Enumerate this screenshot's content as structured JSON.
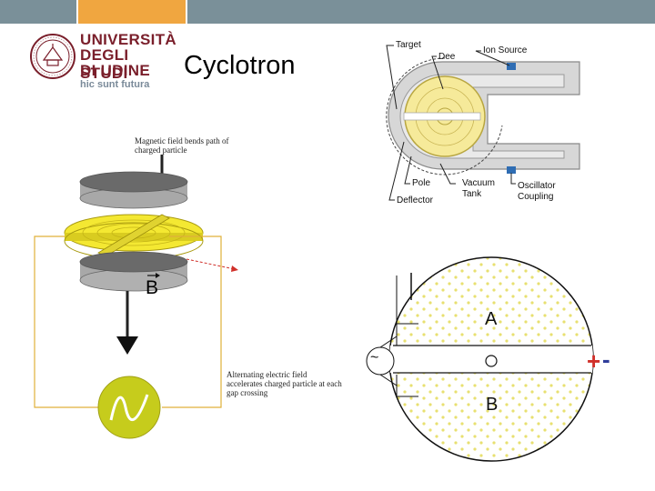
{
  "header": {
    "bar_colors": [
      "#7a9099",
      "#f0a640",
      "#7a9099"
    ]
  },
  "logo": {
    "line1": "UNIVERSITÀ",
    "line2": "DEGLI STUDI",
    "line3": "DI UDINE",
    "motto": "hic sunt futura",
    "color": "#7a1f2b"
  },
  "slide": {
    "title": "Cyclotron"
  },
  "left_diagram": {
    "caption_top": "Magnetic field bends path of charged particle",
    "caption_bottom": "Alternating electric field accelerates charged particle at each gap crossing",
    "field_label": "B"
  },
  "top_right_diagram": {
    "labels": {
      "target": "Target",
      "dee": "Dee",
      "ion_source": "Ion Source",
      "pole": "Pole",
      "vacuum_tank_1": "Vacuum",
      "vacuum_tank_2": "Tank",
      "oscillator_1": "Oscillator",
      "oscillator_2": "Coupling",
      "deflector": "Deflector"
    }
  },
  "bottom_right_diagram": {
    "dee_a": "A",
    "dee_b": "B",
    "center": "O",
    "plus": "+",
    "minus": "-",
    "source_symbol": "~"
  }
}
